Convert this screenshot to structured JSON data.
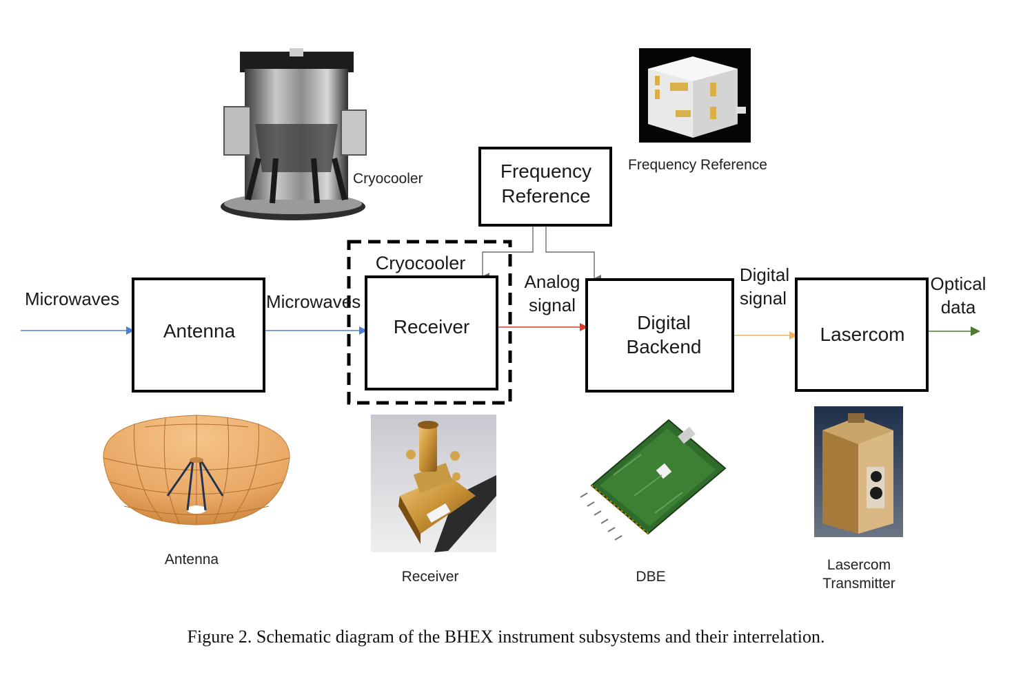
{
  "blocks": {
    "antenna": "Antenna",
    "receiver": "Receiver",
    "frequency_reference": [
      "Frequency",
      "Reference"
    ],
    "digital_backend": [
      "Digital",
      "Backend"
    ],
    "lasercom": "Lasercom",
    "cryocooler_enclosure": "Cryocooler"
  },
  "signals": {
    "input": "Microwaves",
    "antenna_to_receiver": "Microwaves",
    "receiver_to_dbe": [
      "Analog",
      "signal"
    ],
    "dbe_to_lasercom": [
      "Digital",
      "signal"
    ],
    "output": [
      "Optical",
      "data"
    ]
  },
  "photo_labels": {
    "cryocooler": "Cryocooler",
    "frequency_reference": "Frequency Reference",
    "antenna": "Antenna",
    "receiver": "Receiver",
    "dbe": "DBE",
    "lasercom": [
      "Lasercom",
      "Transmitter"
    ]
  },
  "arrow_colors": {
    "microwaves": "#4a7fd4",
    "analog": "#d93a2b",
    "digital": "#f2b25b",
    "optical": "#4f7a32"
  },
  "caption": "Figure 2. Schematic diagram of the BHEX instrument subsystems and their interrelation."
}
